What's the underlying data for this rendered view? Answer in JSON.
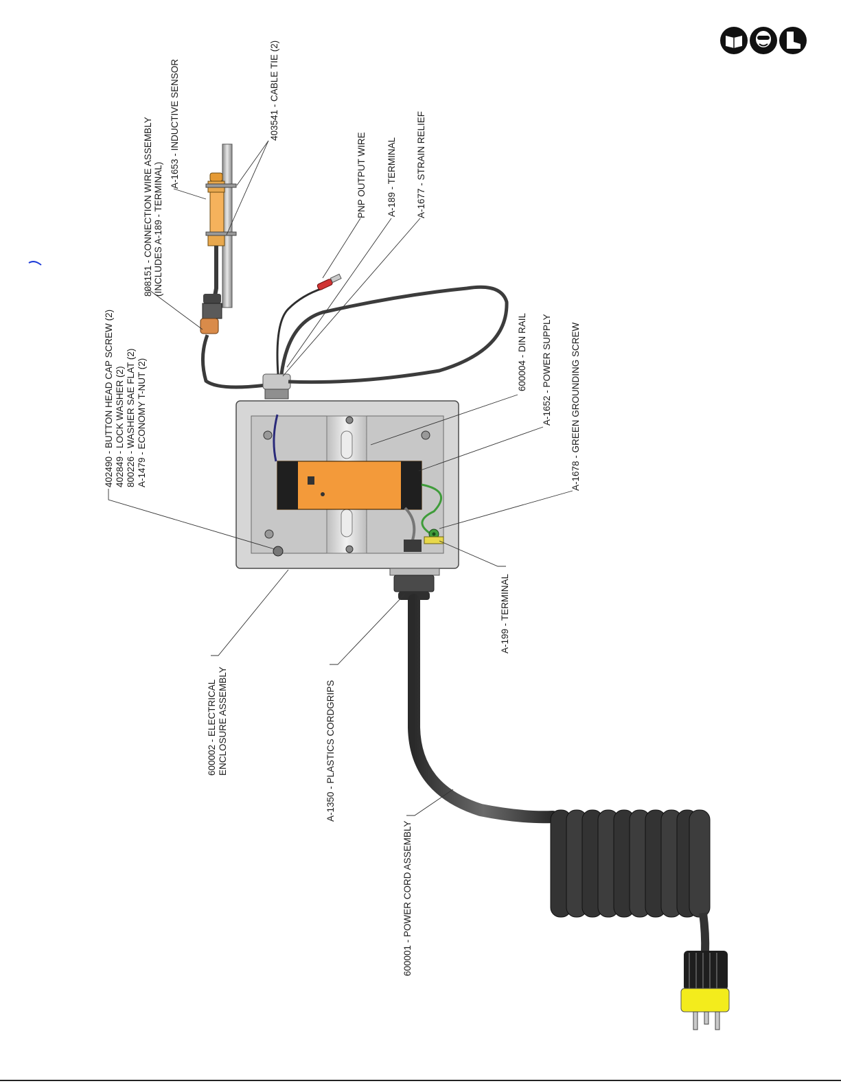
{
  "safety_icons": [
    "read-manual-icon",
    "face-shield-icon",
    "safety-boots-icon"
  ],
  "labels": {
    "inductive_sensor": "A-1653 - INDUCTIVE SENSOR",
    "cable_tie": "403541 - CABLE TIE (2)",
    "connection_wire_line1": "808151 - CONNECTION WIRE ASSEMBLY",
    "connection_wire_line2": "(INCLUDES A-189 - TERMINAL)",
    "pnp_output_wire": "PNP OUTPUT WIRE",
    "terminal_a189": "A-189 - TERMINAL",
    "strain_relief": "A-1677 - STRAIN RELIEF",
    "button_head_cap_screw": "402490 - BUTTON HEAD CAP SCREW (2)",
    "lock_washer": "402849 - LOCK WASHER (2)",
    "washer_sae_flat": "800226 - WASHER SAE FLAT (2)",
    "economy_t_nut": "A-1479 - ECONOMY T-NUT (2)",
    "din_rail": "600004 - DIN RAIL",
    "power_supply": "A-1652 - POWER SUPPLY",
    "green_grounding_screw": "A-1678 - GREEN GROUNDING SCREW",
    "terminal_a199": "A-199 - TERMINAL",
    "electrical_enclosure_line1": "600002 - ELECTRICAL",
    "electrical_enclosure_line2": "ENCLOSURE ASSEMBLY",
    "plastics_cordgrips": "A-1350 - PLASTICS CORDGRIPS",
    "power_cord_assembly": "600001 - POWER CORD ASSEMBLY"
  },
  "colors": {
    "sensor_orange": "#f5b25c",
    "power_supply_orange": "#f39a3a",
    "plug_yellow": "#f3ec1c",
    "ground_wire_green": "#3f9c3a",
    "cable_dark": "#3a3a3a",
    "enclosure_gray": "#d6d6d6"
  }
}
